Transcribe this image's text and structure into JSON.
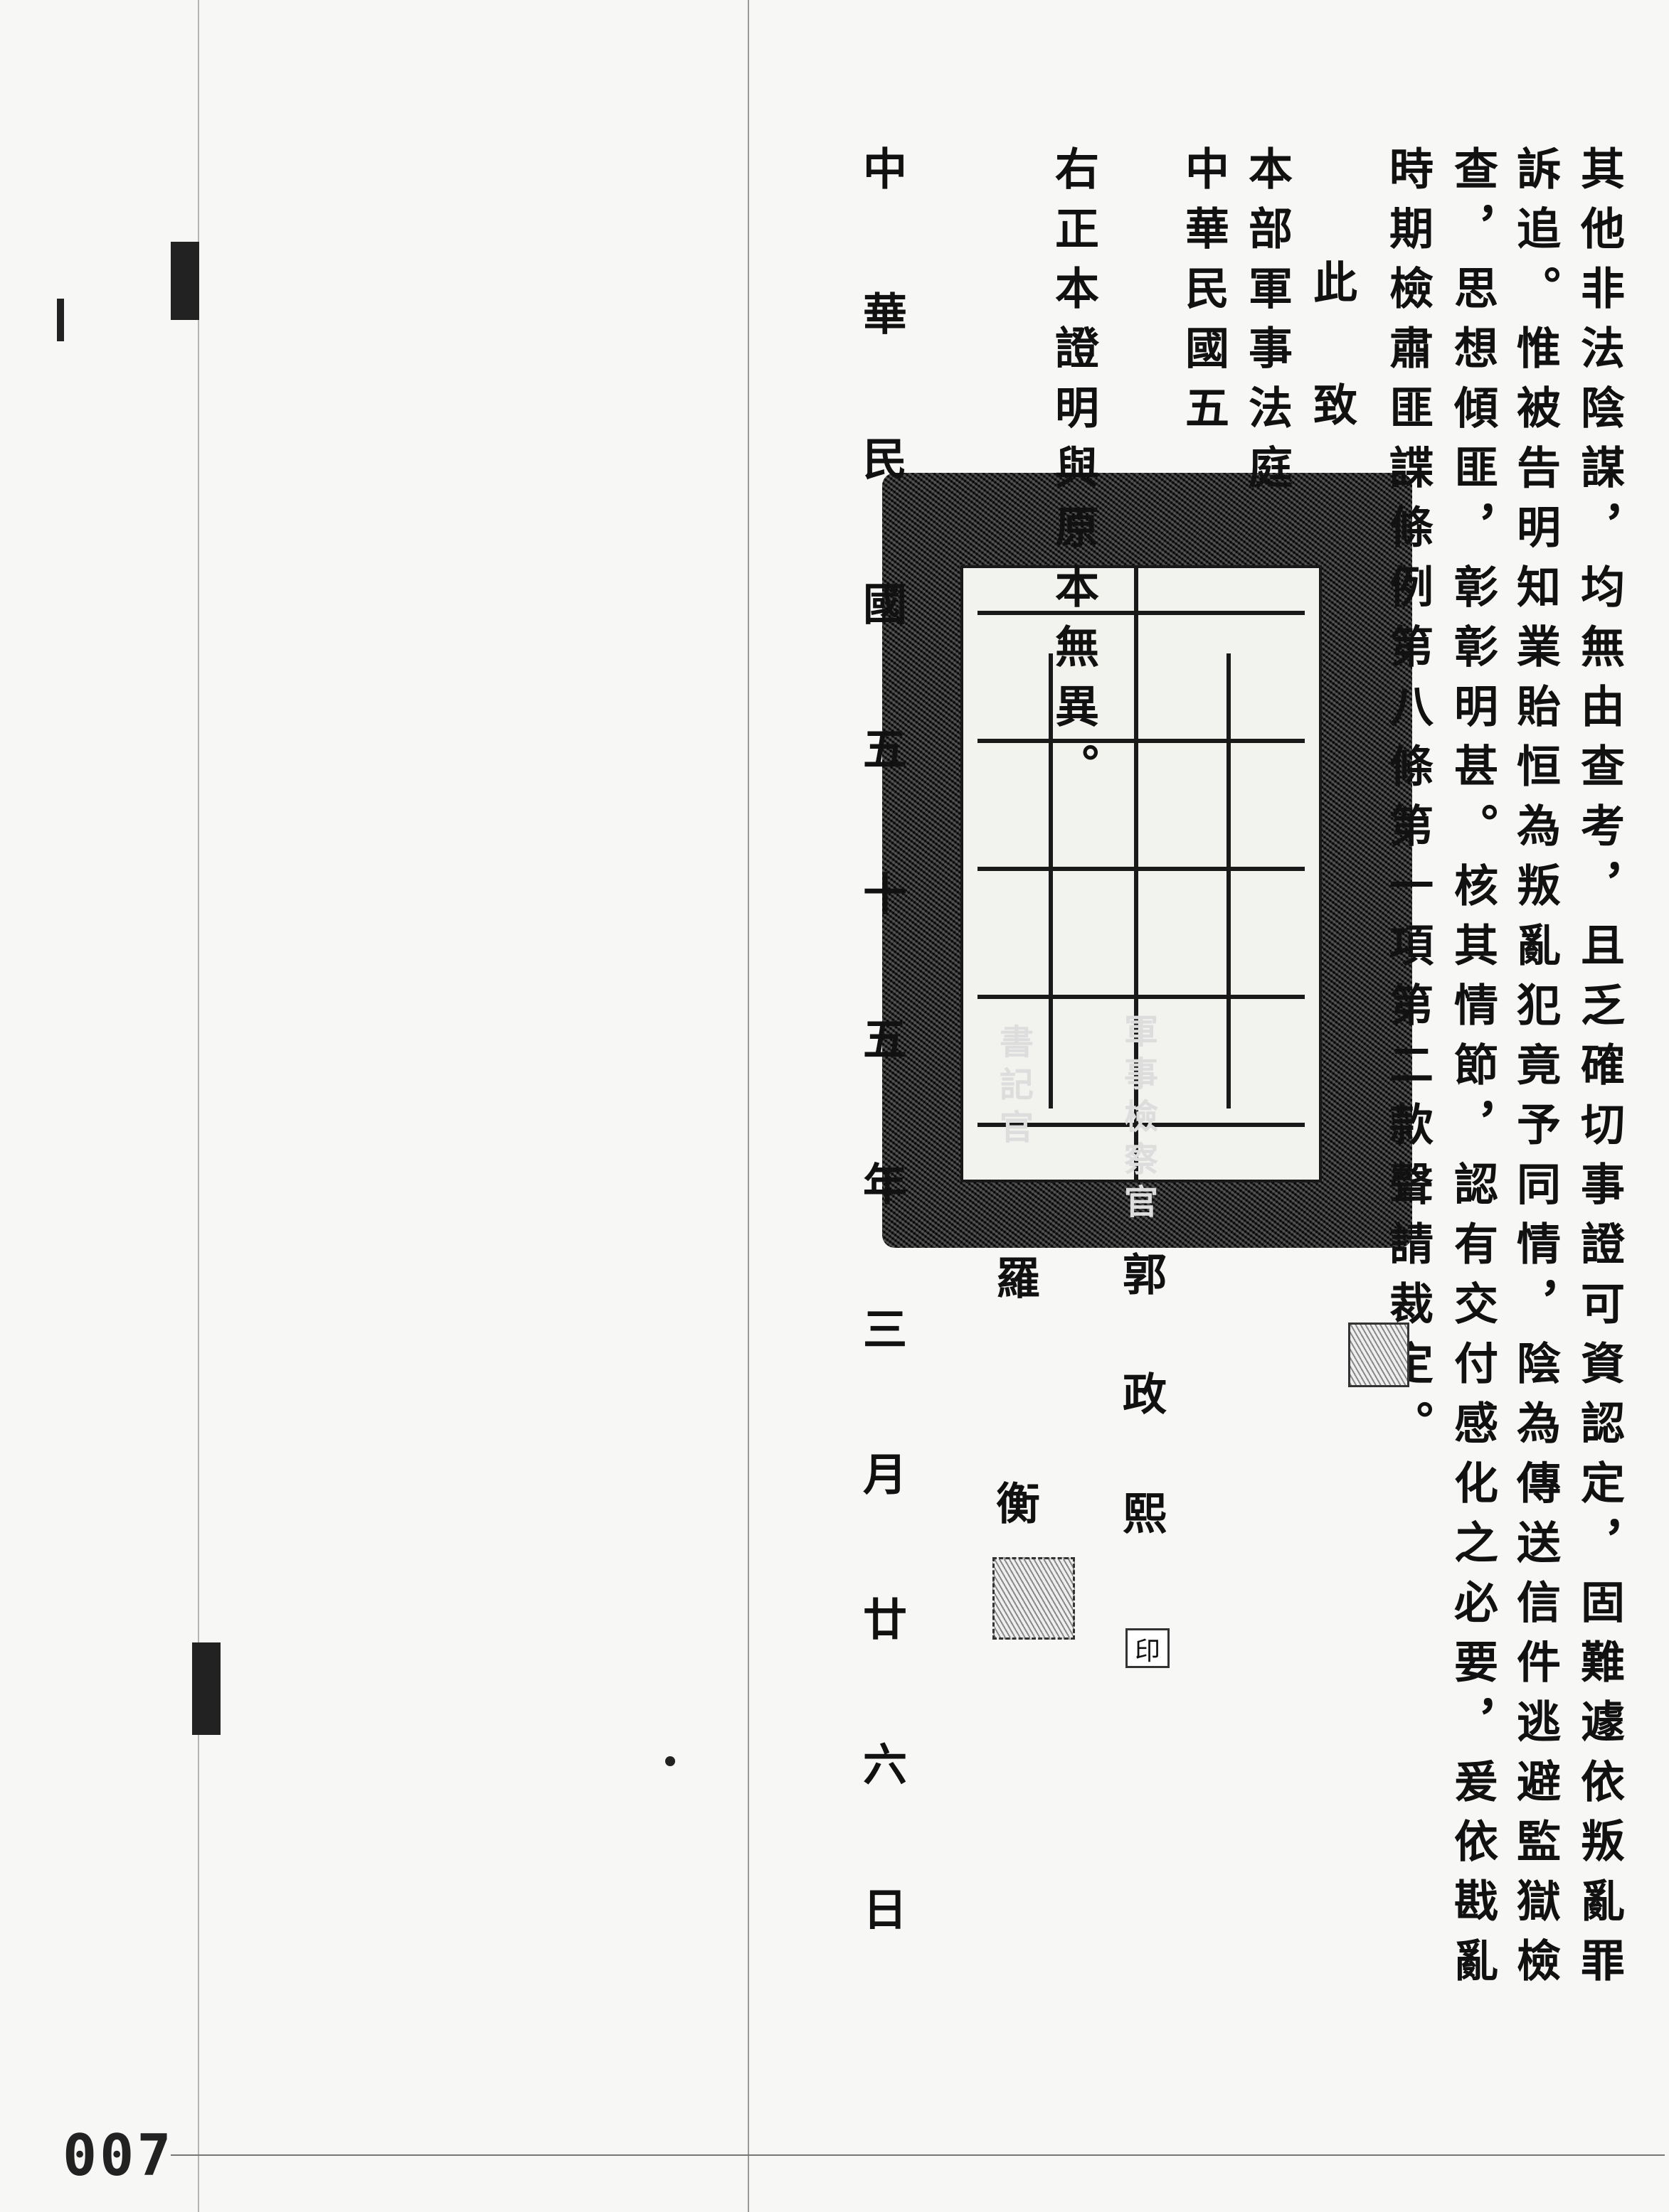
{
  "document": {
    "body_columns": [
      "其他非法陰謀，均無由查考，且乏確切事證可資認定，固難遽依叛亂罪",
      "訴追。惟被告明知業貽恒為叛亂犯竟予同情，陰為傳送信件逃避監獄檢",
      "查，思想傾匪，彰彰明甚。核其情節，認有交付感化之必要，爰依戡亂",
      "時期檢肅匪諜條例第八條第一項第二款聲請裁定。"
    ],
    "closing": "此致",
    "recipient": "本部軍事法庭",
    "date_line_1": "中華民國五",
    "prosecutor_title": "軍事檢察官",
    "prosecutor_name": "郭政熙",
    "seal_mark": "印",
    "certification": "右正本證明與原本無異。",
    "clerk_title": "書記官",
    "clerk_name": "羅衡",
    "date_line_2": "中華民國五十五年三月廿六日",
    "page_number": "007"
  }
}
